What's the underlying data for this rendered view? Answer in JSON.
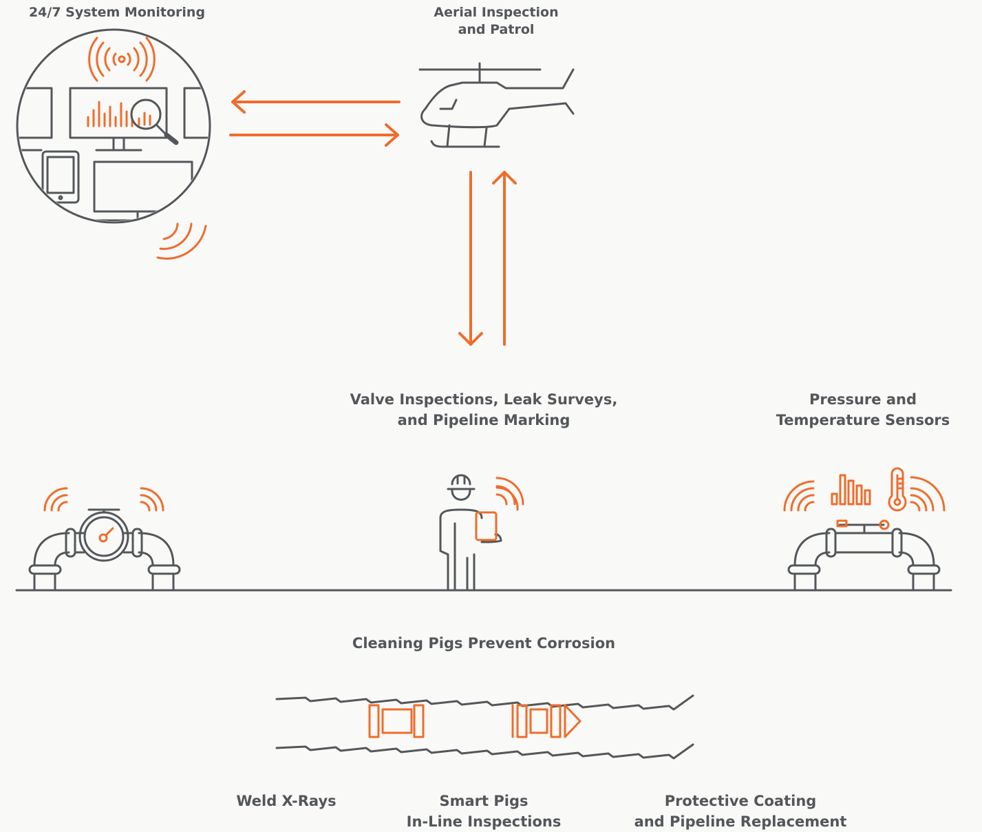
{
  "labels": {
    "monitoring": "24/7 System Monitoring",
    "aerial_1": "Aerial Inspection",
    "aerial_2": "and Patrol",
    "valve_1": "Valve Inspections, Leak Surveys,",
    "valve_2": "and Pipeline Marking",
    "pressure_1": "Pressure and",
    "pressure_2": "Temperature Sensors",
    "cleaning": "Cleaning Pigs Prevent Corrosion",
    "weld": "Weld X-Rays",
    "smart_1": "Smart Pigs",
    "smart_2": "In-Line Inspections",
    "coating_1": "Protective Coating",
    "coating_2": "and Pipeline Replacement"
  },
  "colors": {
    "accent": "#ef6c2b",
    "line": "#53565a",
    "background": "#f9f9f7"
  },
  "icons": [
    "monitoring-screens-icon",
    "helicopter-icon",
    "valve-icon",
    "inspector-icon",
    "sensor-pipe-icon",
    "cleaning-pig-icon",
    "smart-pig-icon"
  ]
}
